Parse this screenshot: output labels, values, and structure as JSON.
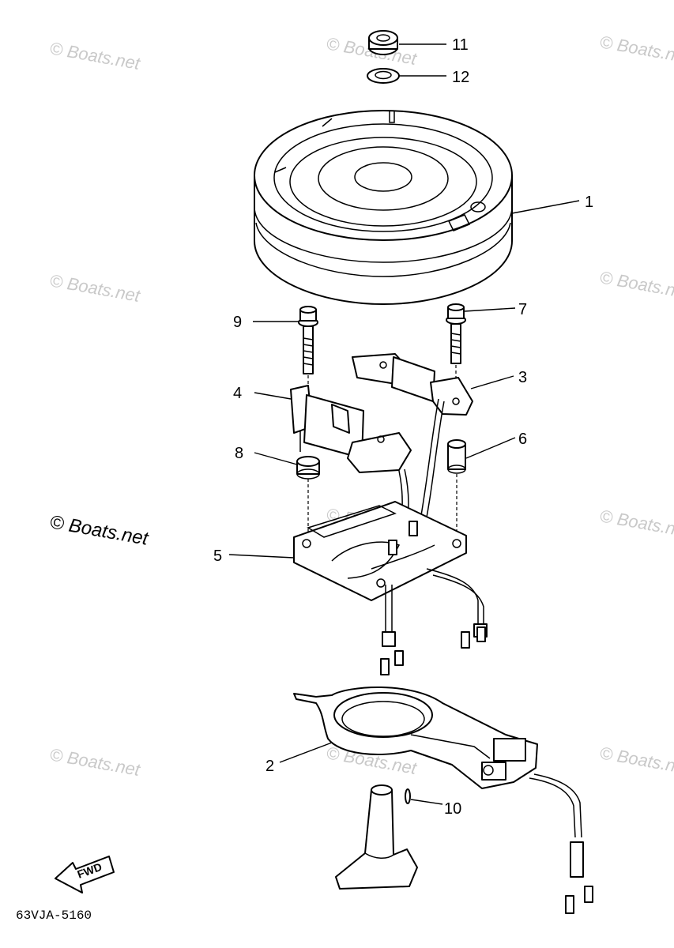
{
  "callouts": [
    "1",
    "2",
    "3",
    "4",
    "5",
    "6",
    "7",
    "8",
    "9",
    "10",
    "11",
    "12"
  ],
  "watermark": "© Boats.net",
  "drawing_code": "63VJA-5160",
  "fwd_label": "FWD"
}
